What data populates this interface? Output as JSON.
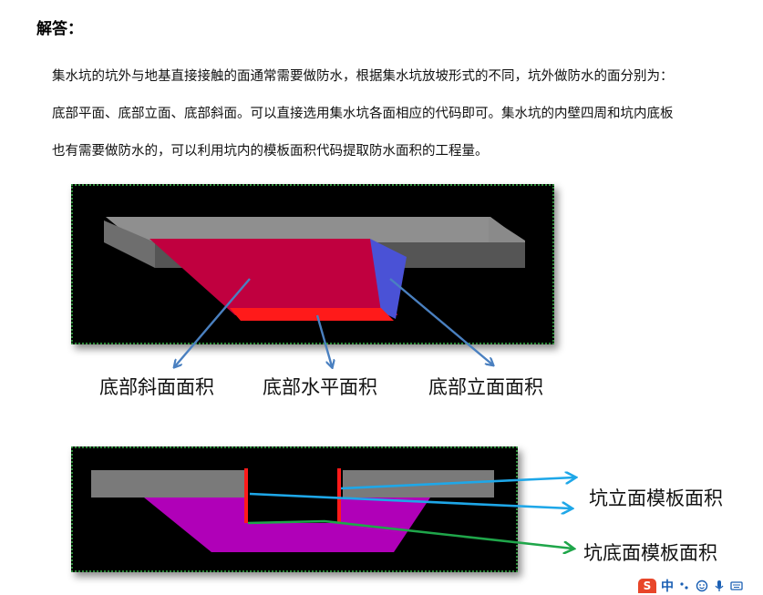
{
  "heading": "解答：",
  "paragraph": {
    "lines": [
      "集水坑的坑外与地基直接接触的面通常需要做防水，根据集水坑放坡形式的不同，坑外做防水的面分别为：",
      "底部平面、底部立面、底部斜面。可以直接选用集水坑各面相应的代码即可。集水坑的内壁四周和坑内底板",
      "也有需要做防水的，可以利用坑内的模板面积代码提取防水面积的工程量。"
    ]
  },
  "figure1": {
    "labels": {
      "slope": "底部斜面面积",
      "flat": "底部水平面积",
      "vertical": "底部立面面积"
    }
  },
  "figure2": {
    "labels": {
      "pit_wall": "坑立面模板面积",
      "pit_bottom": "坑底面模板面积"
    }
  },
  "taskbar": {
    "ime_logo": "S",
    "ime_language": "中",
    "icons": [
      "punctuation-icon",
      "emoji-icon",
      "microphone-icon",
      "keyboard-icon"
    ]
  },
  "colors": {
    "slab_gray": "#7a7a7a",
    "pit_red": "#c0003f",
    "pit_blue": "#4a52d6",
    "bottom_red": "#ff1a1a",
    "pit_magenta": "#b000b8",
    "arrow_steel_blue": "#4a80c0",
    "arrow_cyan": "#1ea7e8",
    "arrow_green": "#1fa64a",
    "border_green": "#2e8b3a"
  }
}
